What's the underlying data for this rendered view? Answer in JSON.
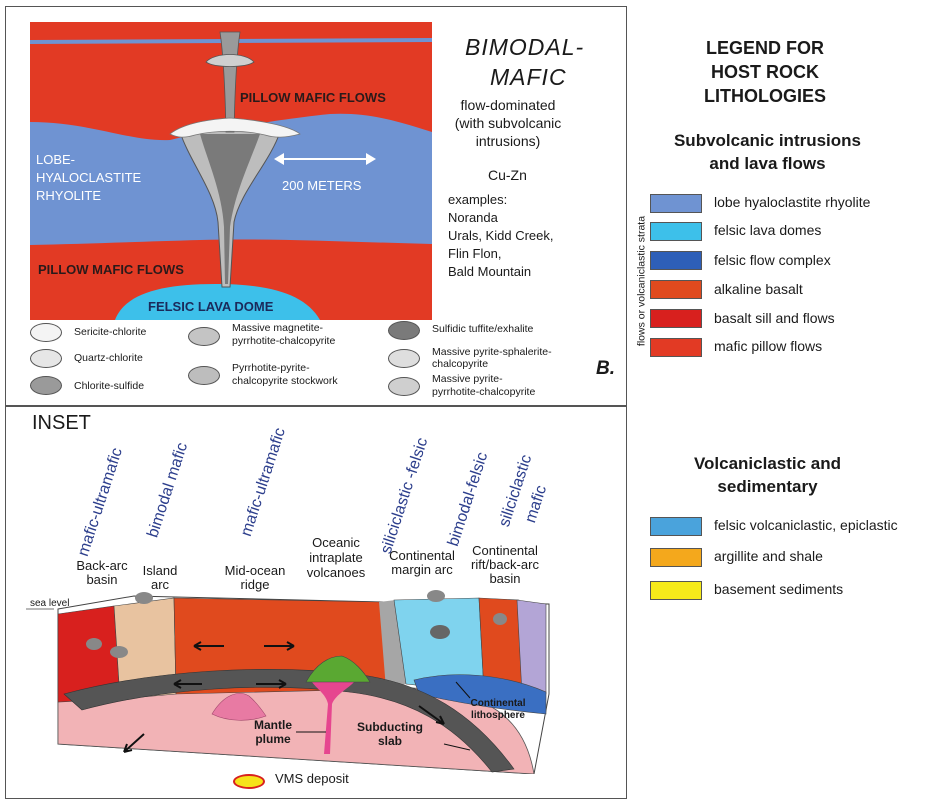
{
  "panel_b": {
    "title_1": "BIMODAL-",
    "title_2": "MAFIC",
    "desc_lines": [
      "flow-dominated",
      "(with subvolcanic",
      "intrusions)"
    ],
    "commodity": "Cu-Zn",
    "examples_lines": [
      "examples:",
      "Noranda",
      "Urals, Kidd Creek,",
      "Flin Flon,",
      "Bald Mountain"
    ],
    "panel_label": "B.",
    "section_labels": {
      "pillow_top": "PILLOW MAFIC FLOWS",
      "lobe_1": "LOBE-",
      "lobe_2": "HYALOCLASTITE",
      "lobe_3": "RHYOLITE",
      "scale": "200 METERS",
      "pillow_bottom": "PILLOW MAFIC FLOWS",
      "felsic_dome": "FELSIC LAVA DOME"
    },
    "ore_legend": [
      {
        "lines": [
          "Sericite-chlorite"
        ],
        "color": "#f4f4f4"
      },
      {
        "lines": [
          "Quartz-chlorite"
        ],
        "color": "#e6e6e6"
      },
      {
        "lines": [
          "Chlorite-sulfide"
        ],
        "color": "#9a9a9a"
      },
      {
        "lines": [
          "Massive magnetite-",
          "pyrrhotite-chalcopyrite"
        ],
        "color": "#c4c4c4"
      },
      {
        "lines": [
          "Pyrrhotite-pyrite-",
          "chalcopyrite stockwork"
        ],
        "color": "#bdbdbd"
      },
      {
        "lines": [
          "Sulfidic tuffite/exhalite"
        ],
        "color": "#7a7a7a"
      },
      {
        "lines": [
          "Massive pyrite-sphalerite-",
          "chalcopyrite"
        ],
        "color": "#dedede"
      },
      {
        "lines": [
          "Massive pyrite-",
          "pyrrhotite-chalcopyrite"
        ],
        "color": "#cfcfcf"
      }
    ]
  },
  "legend": {
    "title_lines": [
      "LEGEND FOR",
      "HOST ROCK",
      "LITHOLOGIES"
    ],
    "subvolcanic_title_lines": [
      "Subvolcanic intrusions",
      "and lava flows"
    ],
    "vertical_label": "flows or volcaniclastic strata",
    "subvolcanic_items": [
      {
        "label": "lobe hyaloclastite rhyolite",
        "color": "#6f93d2"
      },
      {
        "label": "felsic lava domes",
        "color": "#3dc0ea"
      },
      {
        "label": "felsic flow complex",
        "color": "#2e5fb8"
      },
      {
        "label": "alkaline basalt",
        "color": "#e04a1e"
      },
      {
        "label": "basalt sill and flows",
        "color": "#d8201e"
      },
      {
        "label": "mafic pillow flows",
        "color": "#e23a24"
      }
    ],
    "volcaniclastic_title_lines": [
      "Volcaniclastic and",
      "sedimentary"
    ],
    "volcaniclastic_items": [
      {
        "label": "felsic volcaniclastic, epiclastic",
        "color": "#4aa3dc"
      },
      {
        "label": "argillite and shale",
        "color": "#f4a81c"
      },
      {
        "label": "basement sediments",
        "color": "#f6ea1a"
      }
    ]
  },
  "inset": {
    "title": "INSET",
    "rotated_labels": [
      {
        "text": "mafic-ultramafic"
      },
      {
        "text": "bimodal mafic"
      },
      {
        "text": "mafic-ultramafic"
      },
      {
        "text": "siliciclastic -felsic"
      },
      {
        "text": "bimodal-felsic"
      },
      {
        "text": "siliciclastic"
      },
      {
        "text": "mafic"
      }
    ],
    "settings": [
      {
        "lines": [
          "Back-arc",
          "basin"
        ]
      },
      {
        "lines": [
          "Island",
          "arc"
        ]
      },
      {
        "lines": [
          "Mid-ocean",
          "ridge"
        ]
      },
      {
        "lines": [
          "Oceanic",
          "intraplate",
          "volcanoes"
        ]
      },
      {
        "lines": [
          "Continental",
          "margin arc"
        ]
      },
      {
        "lines": [
          "Continental",
          "rift/back-arc",
          "basin"
        ]
      }
    ],
    "sea_level": "sea level",
    "mantle_plume_lines": [
      "Mantle",
      "plume"
    ],
    "subducting_slab_lines": [
      "Subducting",
      "slab"
    ],
    "continental_lithosphere_lines": [
      "Continental",
      "lithosphere"
    ],
    "vms_deposit": "VMS deposit"
  }
}
